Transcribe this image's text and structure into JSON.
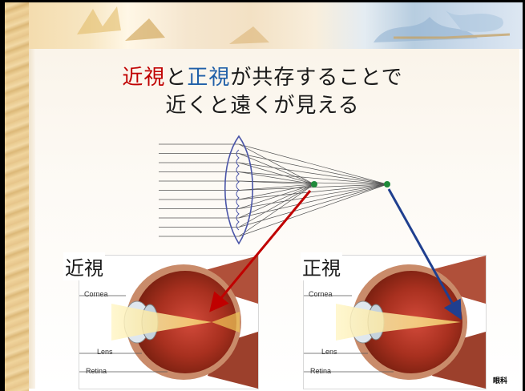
{
  "title": {
    "line1": [
      {
        "text": "近視",
        "color": "red"
      },
      {
        "text": "と",
        "color": "black"
      },
      {
        "text": "正視",
        "color": "blue"
      },
      {
        "text": "が共存することで",
        "color": "black"
      }
    ],
    "line2": "近くと遠くが見える"
  },
  "panels": {
    "near": {
      "label": "近視",
      "parts": {
        "cornea": "Cornea",
        "lens": "Lens",
        "retina": "Retina"
      }
    },
    "normal": {
      "label": "正視",
      "parts": {
        "cornea": "Cornea",
        "lens": "Lens",
        "retina": "Retina"
      }
    }
  },
  "colors": {
    "near_accent": "#c00000",
    "normal_accent": "#1f3f8f",
    "focus_dot": "#1f8a3a",
    "ray": "#555555",
    "lens_outline": "#4a55a8"
  },
  "footer": {
    "note": "眼科"
  }
}
